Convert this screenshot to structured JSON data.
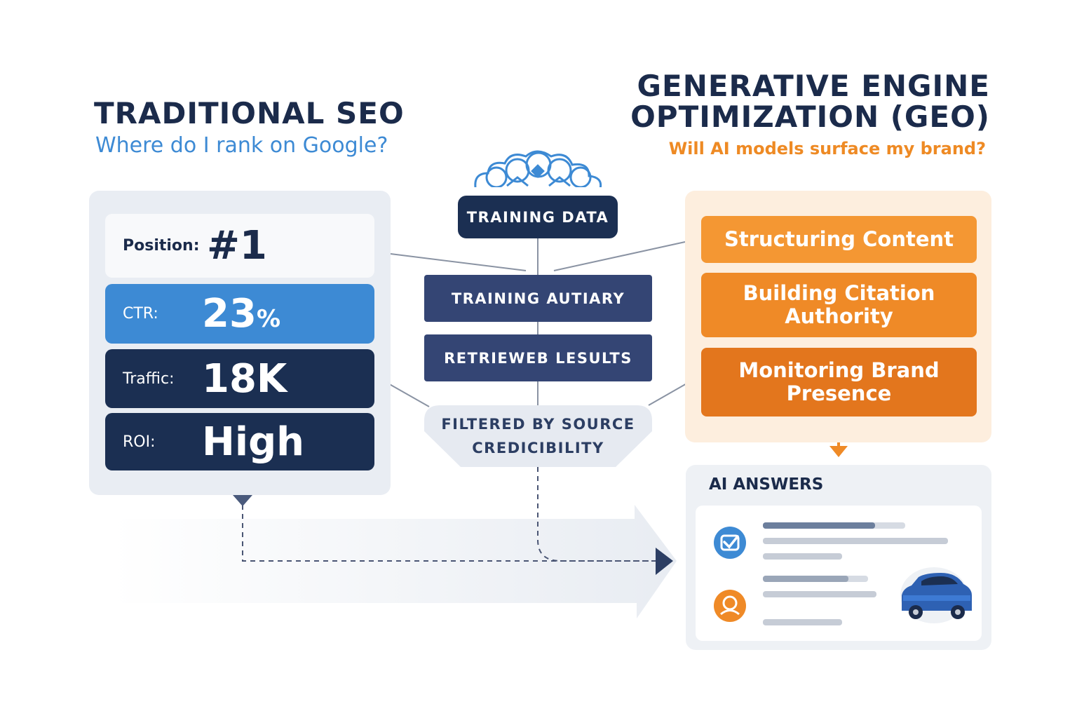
{
  "traditional": {
    "title": "TRADITIONAL SEO",
    "subtitle": "Where do I rank on Google?",
    "metrics": [
      {
        "label": "Position:",
        "value": "#1"
      },
      {
        "label": "CTR:",
        "value": "23",
        "suffix": "%"
      },
      {
        "label": "Traffic:",
        "value": "18K"
      },
      {
        "label": "ROI:",
        "value": "High"
      }
    ]
  },
  "geo": {
    "title_line1": "GENERATIVE ENGINE",
    "title_line2": "OPTIMIZATION (GEO)",
    "subtitle": "Will AI models surface my brand?",
    "steps": [
      {
        "line1": "Structuring Content",
        "line2": ""
      },
      {
        "line1": "Building Citation",
        "line2": "Authority"
      },
      {
        "line1": "Monitoring Brand",
        "line2": "Presence"
      }
    ]
  },
  "pipeline": {
    "training_data": "TRAINING DATA",
    "training_authority": "TRAINING AUTIARY",
    "retrieved_results": "RETRIEWEB LESULTS",
    "filter_line1": "FILTERED BY SOURCE",
    "filter_line2": "CREDICIBILITY"
  },
  "ai_answers": {
    "title": "AI ANSWERS",
    "icons": [
      "check-badge-icon",
      "person-badge-icon",
      "car-icon"
    ]
  },
  "colors": {
    "navy": "#1b2f52",
    "blue": "#3d8ad4",
    "orange": "#ef8a27",
    "slate": "#344574"
  }
}
